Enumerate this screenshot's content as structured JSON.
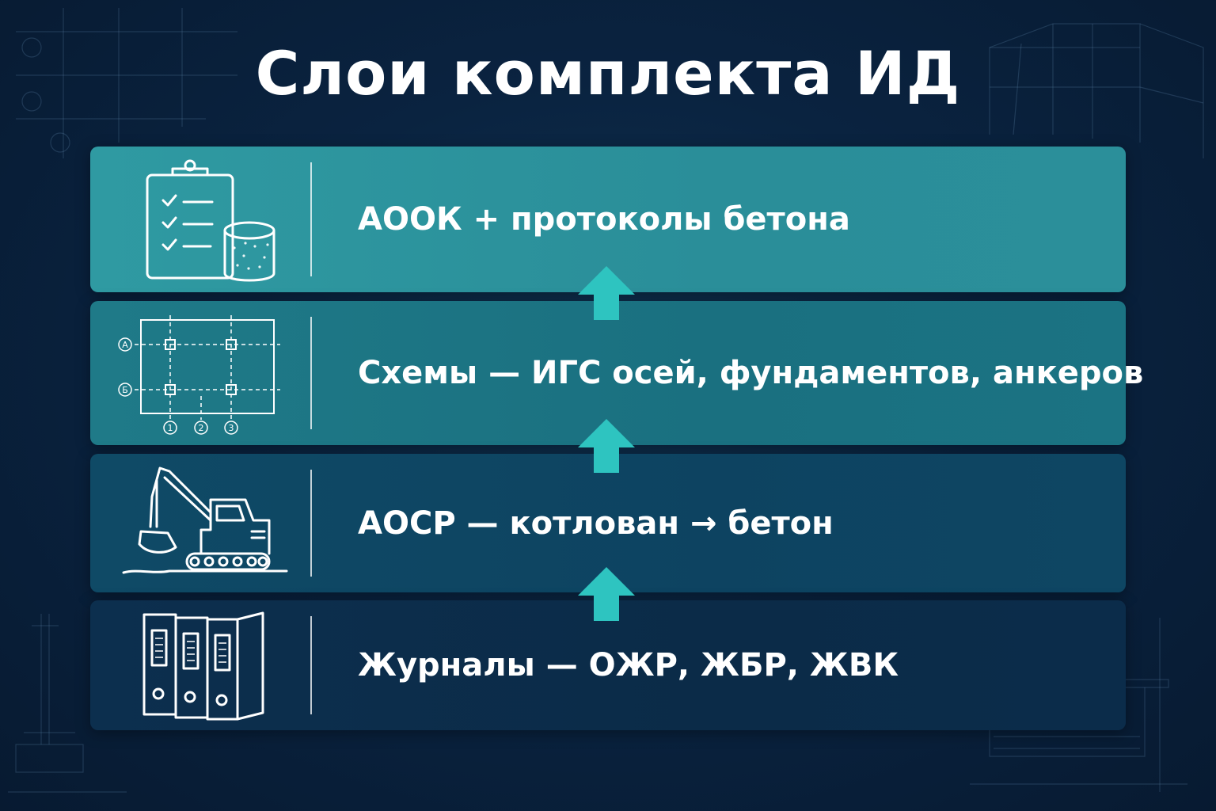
{
  "title": "Слои комплекта ИД",
  "layers": [
    {
      "label": "АООК + протоколы бетона",
      "icon": "clipboard-concrete-icon"
    },
    {
      "label": "Схемы — ИГС осей, фундаментов, анкеров",
      "icon": "axis-grid-scheme-icon"
    },
    {
      "label": "АОСР — котлован → бетон",
      "icon": "excavator-icon"
    },
    {
      "label": "Журналы — ОЖР, ЖБР, ЖВК",
      "icon": "binders-icon"
    }
  ],
  "scheme": {
    "axis_a": "А",
    "axis_b": "Б",
    "axis_1": "1",
    "axis_2": "2",
    "axis_3": "3"
  },
  "colors": {
    "arrow": "#2ec4c0",
    "layer_top": "#2f9aa2",
    "layer_bottom": "#0c2f4e",
    "background": "#0a2340"
  }
}
